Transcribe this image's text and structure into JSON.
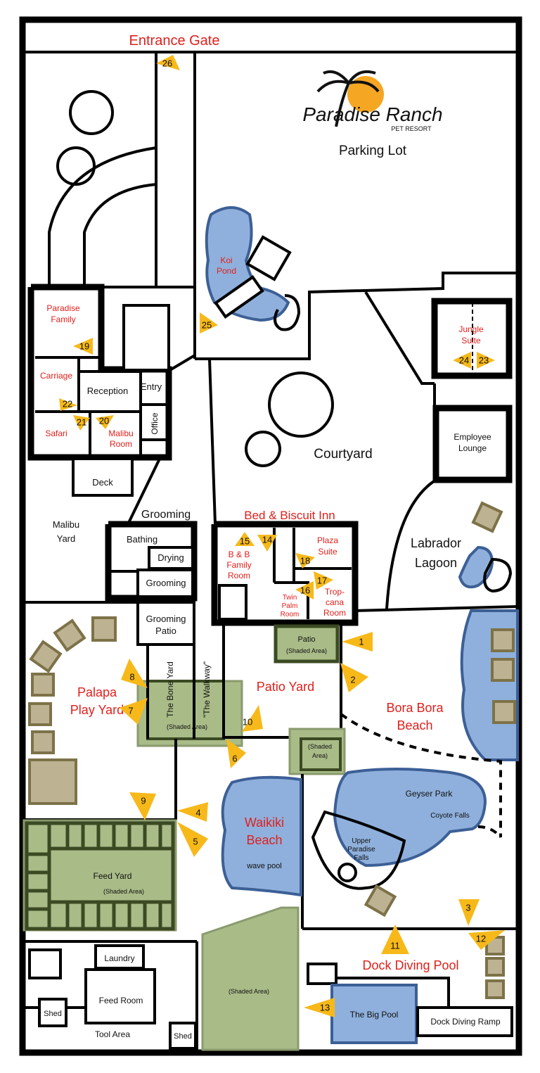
{
  "map": {
    "logo": {
      "brand": "Paradise Ranch",
      "tagline": "PET RESORT"
    },
    "areas": {
      "entrance_gate": "Entrance Gate",
      "parking_lot": "Parking Lot",
      "koi_pond": [
        "Koi",
        "Pond"
      ],
      "paradise_family": [
        "Paradise",
        "Family"
      ],
      "carriage": "Carriage",
      "reception": "Reception",
      "entry": "Entry",
      "safari": "Safari",
      "malibu_room": [
        "Malibu",
        "Room"
      ],
      "office": "Office",
      "deck": "Deck",
      "jungle_suite": [
        "Jungle",
        "Suite"
      ],
      "employee_lounge": [
        "Employee",
        "Lounge"
      ],
      "courtyard": "Courtyard",
      "malibu_yard": [
        "Malibu",
        "Yard"
      ],
      "grooming_title": "Grooming",
      "bathing": "Bathing",
      "drying": "Drying",
      "grooming_room": "Grooming",
      "grooming_patio": [
        "Grooming",
        "Patio"
      ],
      "bed_biscuit": "Bed & Biscuit Inn",
      "bb_family": [
        "B & B",
        "Family",
        "Room"
      ],
      "plaza_suite": [
        "Plaza",
        "Suite"
      ],
      "twin_palm": [
        "Twin",
        "Palm",
        "Room"
      ],
      "tropcana": [
        "Trop-",
        "cana",
        "Room"
      ],
      "labrador_lagoon": [
        "Labrador",
        "Lagoon"
      ],
      "patio": "Patio",
      "shaded_area_paren": "(Shaded Area)",
      "palapa": [
        "Palapa",
        "Play Yard"
      ],
      "bone_yard": "The Bone Yard",
      "walkway": "\"The Walkway\"",
      "patio_yard": "Patio Yard",
      "bora_bora": [
        "Bora Bora",
        "Beach"
      ],
      "shaded_small": [
        "(Shaded",
        "Area)"
      ],
      "waikiki": [
        "Waikiki",
        "Beach"
      ],
      "wave_pool": "wave pool",
      "geyser_park": "Geyser Park",
      "coyote_falls": "Coyote Falls",
      "upper_paradise": [
        "Upper",
        "Paradise",
        "Falls"
      ],
      "feed_yard": "Feed Yard",
      "laundry": "Laundry",
      "feed_room": "Feed Room",
      "shed": "Shed",
      "tool_area": "Tool Area",
      "dock_diving_pool": "Dock Diving Pool",
      "big_pool": "The Big Pool",
      "dock_ramp": "Dock Diving Ramp"
    },
    "markers": [
      "1",
      "2",
      "3",
      "4",
      "5",
      "6",
      "7",
      "8",
      "9",
      "10",
      "11",
      "12",
      "13",
      "14",
      "15",
      "16",
      "17",
      "18",
      "19",
      "20",
      "21",
      "22",
      "23",
      "24",
      "25",
      "26"
    ],
    "colors": {
      "label_red": "#e0201c",
      "water": "#8fb0dc",
      "shade": "#a9bc88",
      "marker": "#f7b91a"
    }
  }
}
